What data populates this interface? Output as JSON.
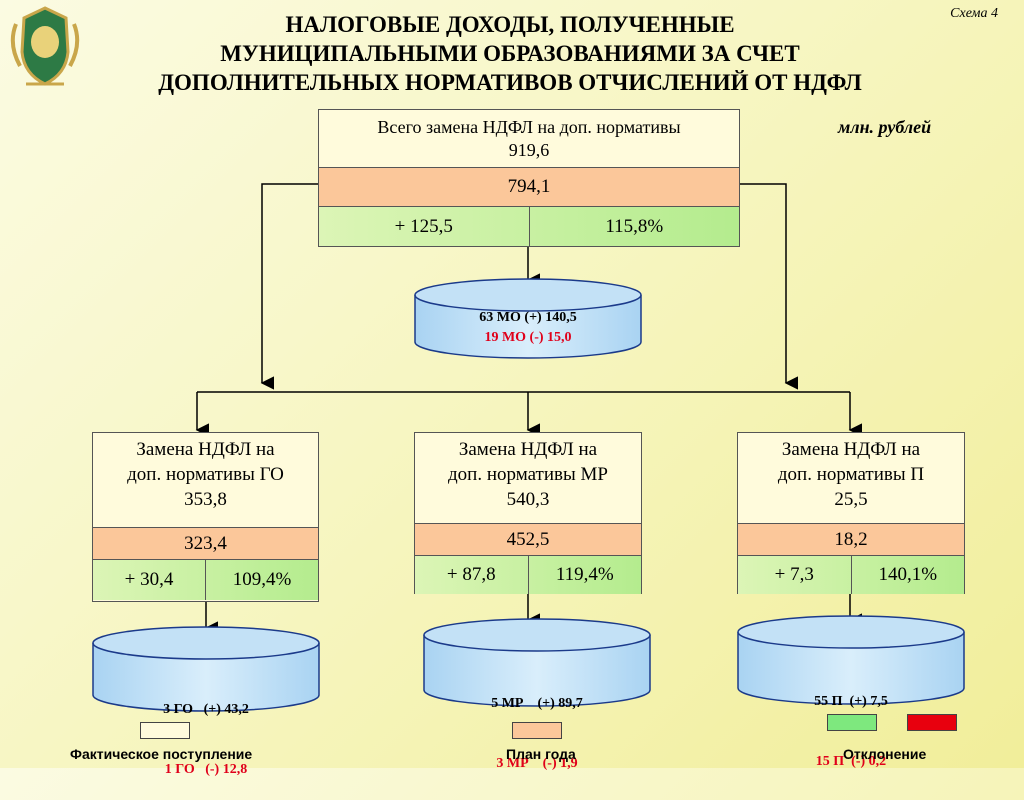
{
  "scheme_label": "Схема 4",
  "title": [
    "НАЛОГОВЫЕ ДОХОДЫ, ПОЛУЧЕННЫЕ",
    "МУНИЦИПАЛЬНЫМИ ОБРАЗОВАНИЯМИ ЗА СЧЕТ",
    "ДОПОЛНИТЕЛЬНЫХ НОРМАТИВОВ ОТЧИСЛЕНИЙ ОТ НДФЛ"
  ],
  "units": "млн. рублей",
  "total": {
    "heading": "Всего замена НДФЛ на доп. нормативы",
    "fact": "919,6",
    "plan": "794,1",
    "deviation_abs": "+ 125,5",
    "deviation_pct": "115,8%",
    "summary_pos": "63 МО (+) 140,5",
    "summary_neg": "19 МО (-) 15,0"
  },
  "go": {
    "heading_line1": "Замена НДФЛ на",
    "heading_line2": "доп. нормативы ГО",
    "fact": "353,8",
    "plan": "323,4",
    "deviation_abs": "+ 30,4",
    "deviation_pct": "109,4%",
    "summary_pos": "3 ГО   (+) 43,2",
    "summary_neg": "1 ГО   (-) 12,8"
  },
  "mr": {
    "heading_line1": "Замена НДФЛ на",
    "heading_line2": "доп. нормативы МР",
    "fact": "540,3",
    "plan": "452,5",
    "deviation_abs": "+ 87,8",
    "deviation_pct": "119,4%",
    "summary_pos": "5 МР    (+) 89,7",
    "summary_neg": "3 МР    (-) 1,9"
  },
  "p": {
    "heading_line1": "Замена НДФЛ на",
    "heading_line2": "доп. нормативы П",
    "fact": "25,5",
    "plan": "18,2",
    "deviation_abs": "+ 7,3",
    "deviation_pct": "140,1%",
    "summary_pos": "55 П  (+) 7,5",
    "summary_neg": "15 П  (-) 0,2"
  },
  "legend": {
    "fact_label": "Фактическое поступление",
    "plan_label": "План года",
    "deviation_label": "Отклонение"
  },
  "colors": {
    "fact": "#fffbdc",
    "plan": "#fbc79a",
    "deviation_positive": "#7ee87e",
    "deviation_negative": "#e8000e",
    "cylinder": "#c6e4f7"
  }
}
